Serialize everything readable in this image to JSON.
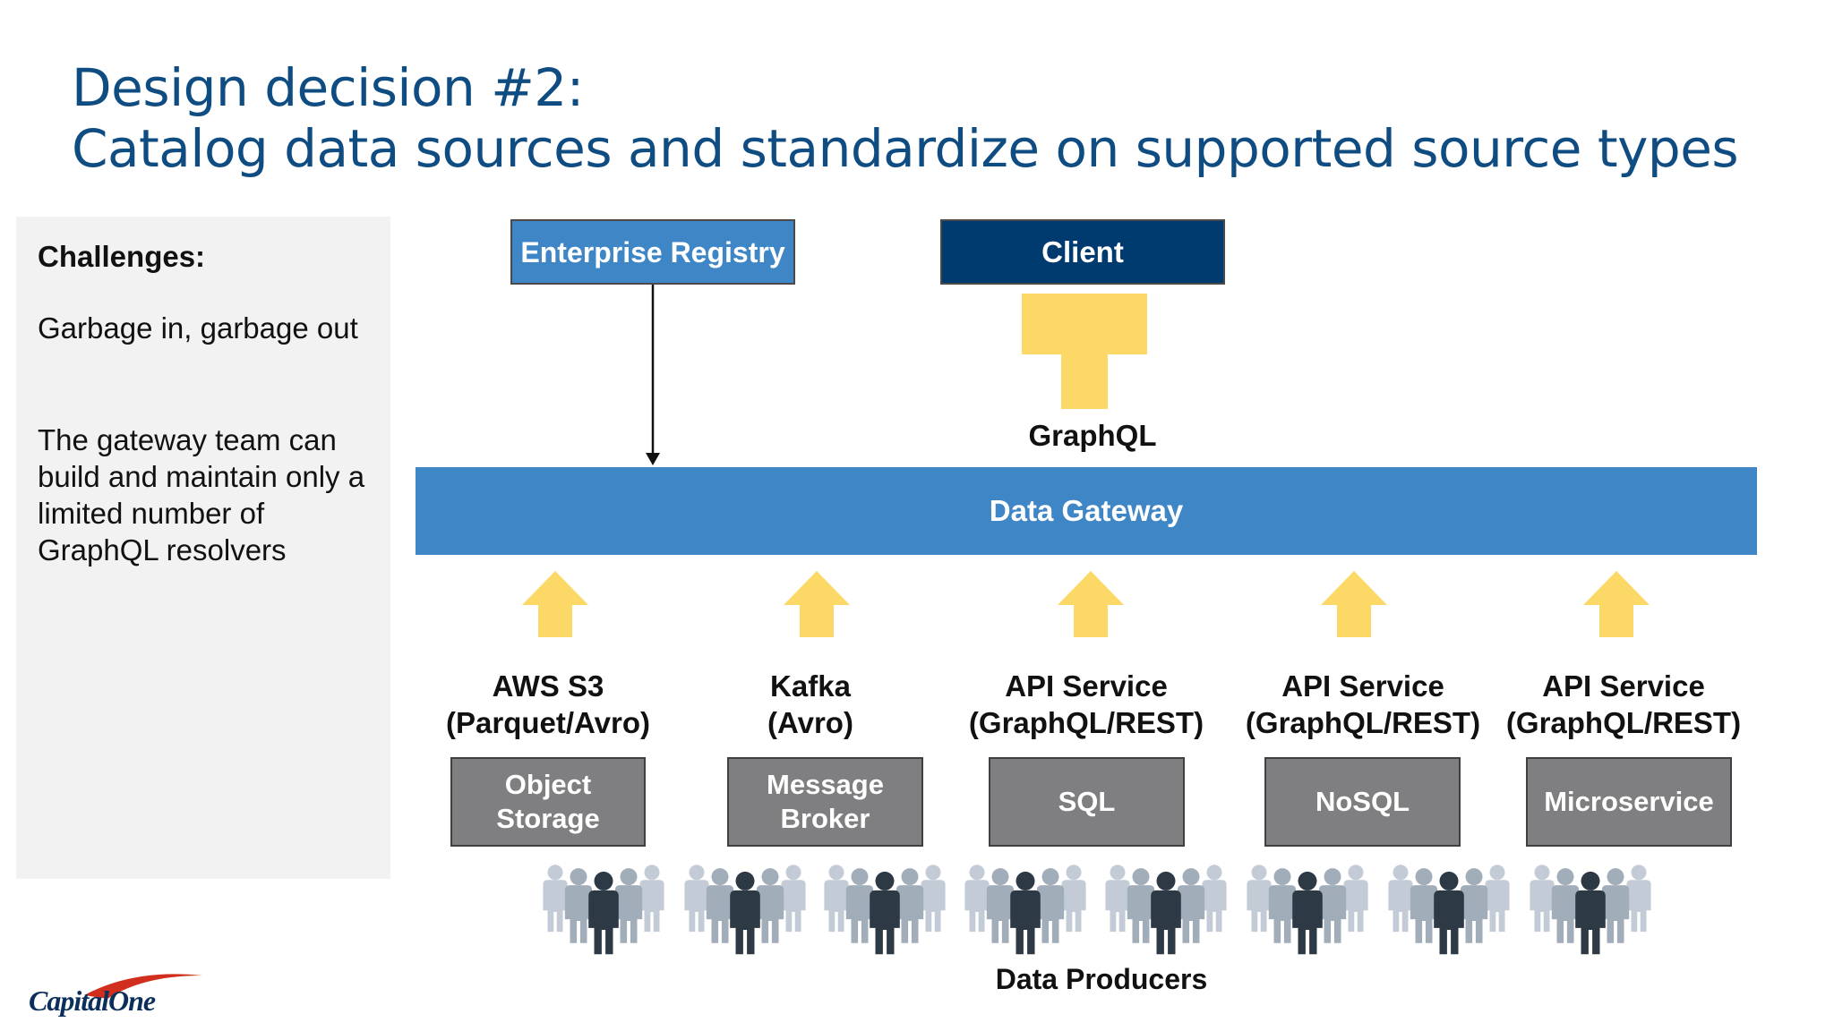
{
  "slide": {
    "title_line1": "Design decision #2:",
    "title_line2": "Catalog data sources and standardize on supported source types"
  },
  "challenges": {
    "heading": "Challenges:",
    "paragraphs": [
      "Garbage in, garbage out",
      "The gateway team can build and maintain only a limited number of GraphQL resolvers"
    ]
  },
  "diagram": {
    "enterprise_registry": "Enterprise Registry",
    "client": "Client",
    "graphql_label": "GraphQL",
    "gateway": "Data Gateway",
    "sources": [
      {
        "label_line1": "AWS S3",
        "label_line2": "(Parquet/Avro)",
        "box": "Object Storage"
      },
      {
        "label_line1": "Kafka",
        "label_line2": "(Avro)",
        "box": "Message Broker"
      },
      {
        "label_line1": "API Service",
        "label_line2": "(GraphQL/REST)",
        "box": "SQL"
      },
      {
        "label_line1": "API Service",
        "label_line2": "(GraphQL/REST)",
        "box": "NoSQL"
      },
      {
        "label_line1": "API Service",
        "label_line2": "(GraphQL/REST)",
        "box": "Microservice"
      }
    ],
    "producers_label": "Data Producers"
  },
  "colors": {
    "title": "#0f4c81",
    "gateway_blue": "#3f86c7",
    "client_navy": "#003b6f",
    "arrow_yellow": "#fcd966",
    "source_gray": "#7f7f81"
  },
  "logo": {
    "text": "CapitalOne"
  }
}
